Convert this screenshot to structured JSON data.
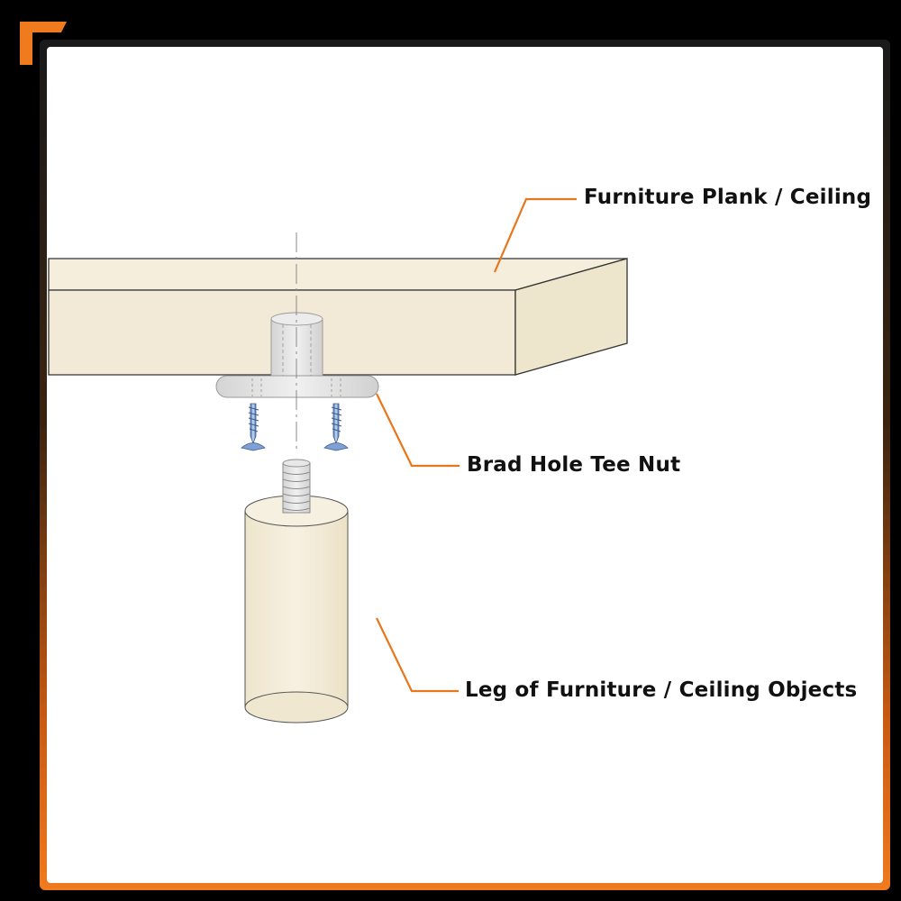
{
  "labels": {
    "plank": "Furniture Plank / Ceiling",
    "tee_nut": "Brad Hole Tee Nut",
    "leg": "Leg of Furniture / Ceiling Objects"
  },
  "colors": {
    "background": "#000000",
    "panel": "#ffffff",
    "accent_orange": "#e8761a",
    "wood": "#f2ead6",
    "wood_edge": "#333333",
    "metal": "#e2e2e2",
    "screw": "#6b8fc4"
  },
  "icons": [
    "corner-bracket-icon",
    "screw-icon"
  ]
}
